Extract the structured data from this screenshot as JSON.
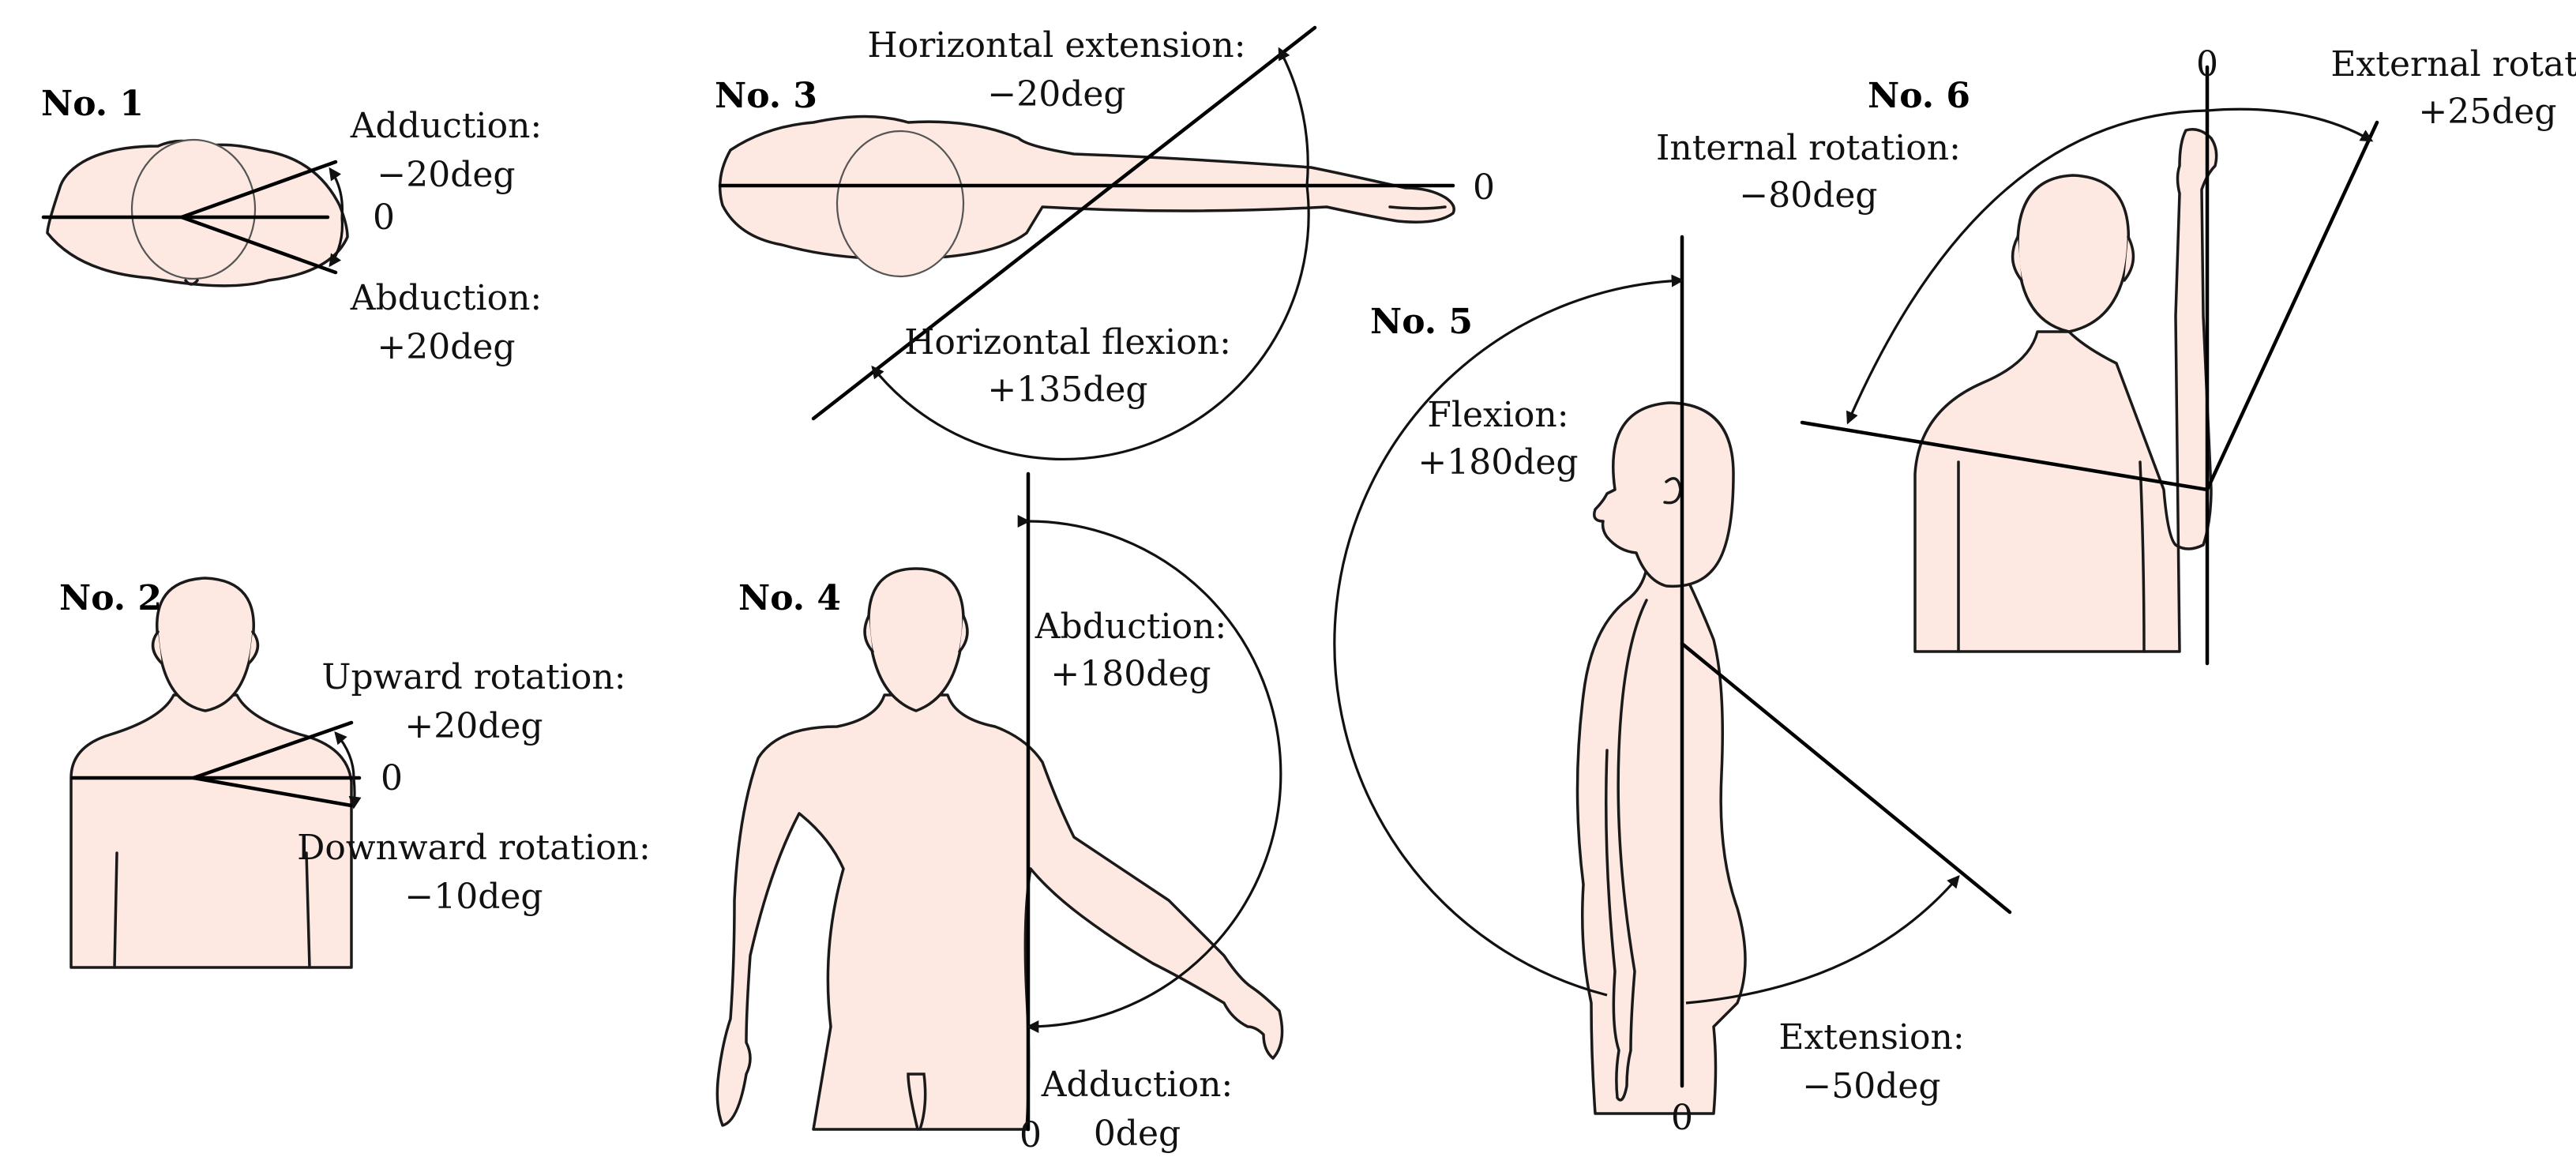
{
  "panels": {
    "p1": {
      "title": "No. 1",
      "label_a": "Adduction:",
      "value_a": "−20deg",
      "label_b": "Abduction:",
      "value_b": "+20deg",
      "zero": "0"
    },
    "p2": {
      "title": "No. 2",
      "label_a": "Upward rotation:",
      "value_a": "+20deg",
      "label_b": "Downward rotation:",
      "value_b": "−10deg",
      "zero": "0"
    },
    "p3": {
      "title": "No. 3",
      "label_a": "Horizontal extension:",
      "value_a": "−20deg",
      "label_b": "Horizontal flexion:",
      "value_b": "+135deg",
      "zero": "0"
    },
    "p4": {
      "title": "No. 4",
      "label_a": "Abduction:",
      "value_a": "+180deg",
      "label_b": "Adduction:",
      "value_b": "0deg",
      "zero": "0"
    },
    "p5": {
      "title": "No. 5",
      "label_a": "Flexion:",
      "value_a": "+180deg",
      "label_b": "Extension:",
      "value_b": "−50deg",
      "zero": "0"
    },
    "p6": {
      "title": "No. 6",
      "label_a": "Internal rotation:",
      "value_a": "−80deg",
      "label_b": "External rotation:",
      "value_b": "+25deg",
      "zero": "0"
    }
  },
  "colors": {
    "skin": "#fde9e1",
    "outline": "#1a1a1a",
    "reference_line": "#000000"
  }
}
